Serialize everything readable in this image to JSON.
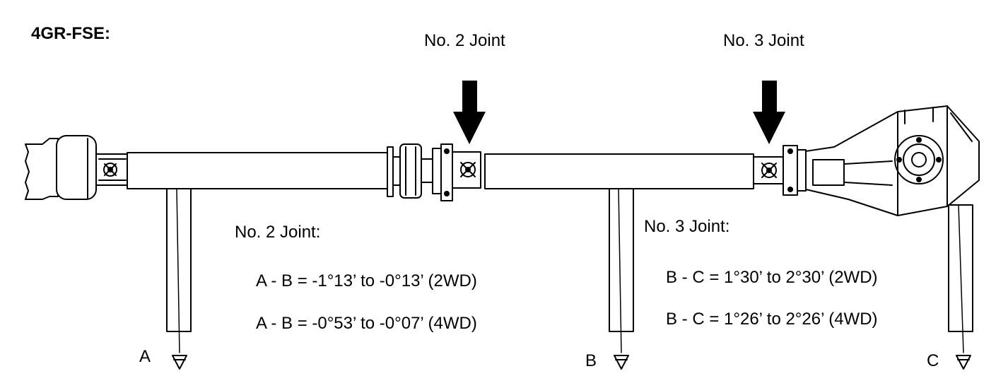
{
  "title": "4GR-FSE:",
  "callouts": {
    "joint2": "No. 2 Joint",
    "joint3": "No. 3 Joint"
  },
  "specs": {
    "joint2": {
      "heading": "No. 2 Joint:",
      "lines": [
        "A - B = -1°13’ to -0°13’ (2WD)",
        "A - B = -0°53’ to -0°07’ (4WD)"
      ]
    },
    "joint3": {
      "heading": "No. 3 Joint:",
      "lines": [
        "B - C = 1°30’ to 2°30’ (2WD)",
        "B - C = 1°26’ to 2°26’ (4WD)"
      ]
    }
  },
  "points": [
    "A",
    "B",
    "C"
  ],
  "icons": [
    "down-arrow-icon",
    "plumb-bob-icon",
    "universal-joint-icon"
  ]
}
